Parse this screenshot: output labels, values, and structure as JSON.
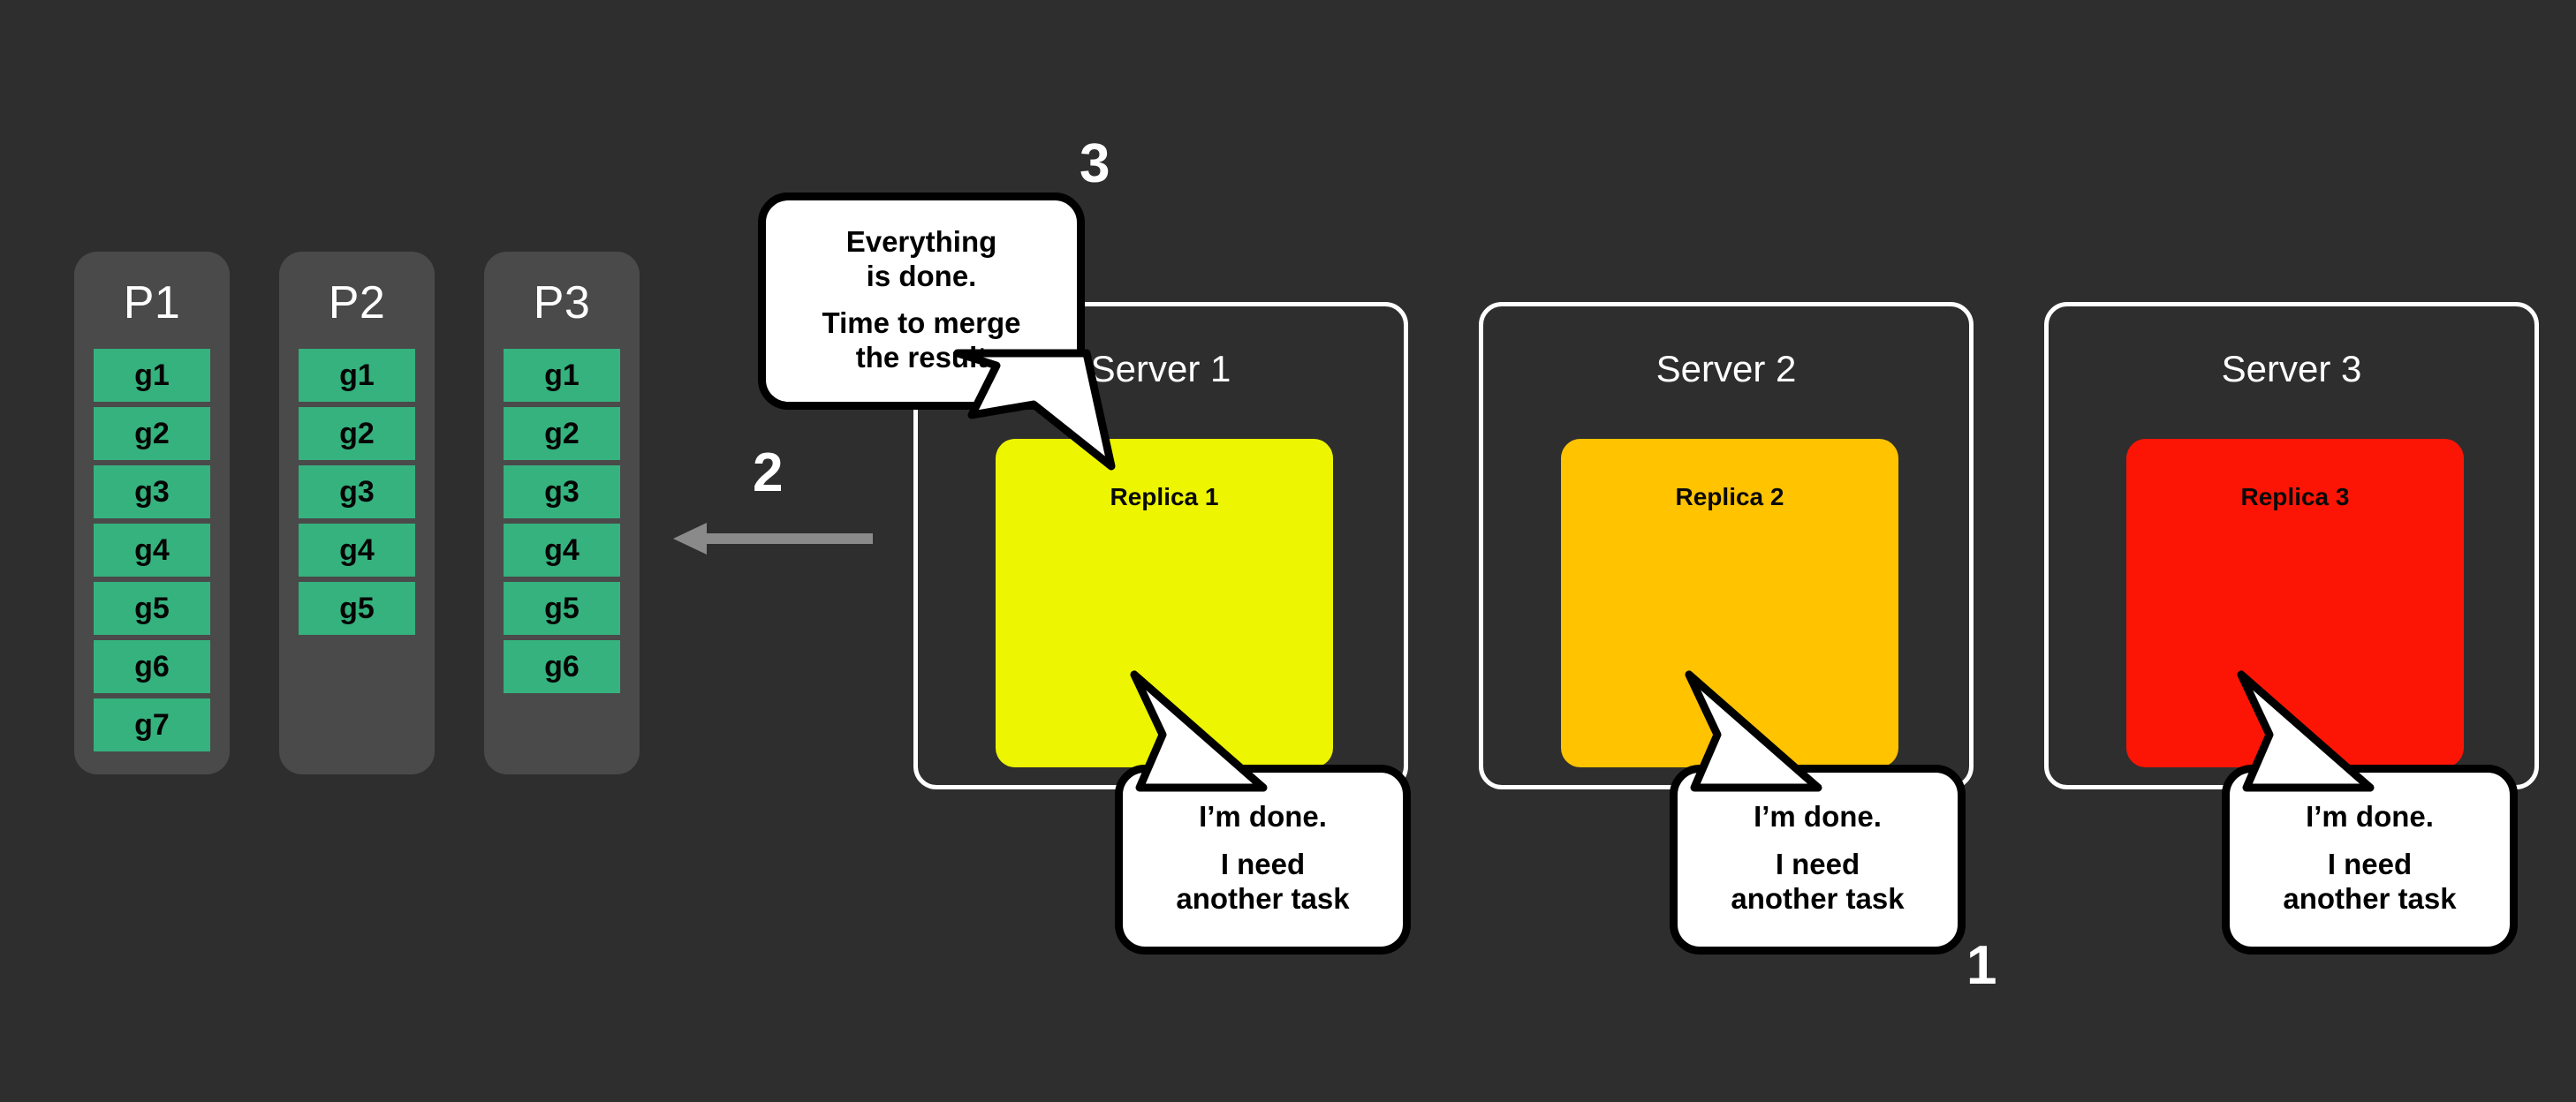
{
  "background_color": "#2e2e2e",
  "colors": {
    "page_background": "#2e2e2e",
    "partition_column": "#4a4a4a",
    "task_green": "#35b27e",
    "replica_1_yellow": "#edf500",
    "replica_2_orange": "#ffc300",
    "replica_3_red": "#fc1505",
    "server_border": "#ffffff",
    "arrow_gray": "#8a8a8a",
    "bubble_fill": "#ffffff",
    "bubble_stroke": "#000000",
    "text_white": "#ffffff",
    "text_black": "#000000"
  },
  "partitions": [
    {
      "title": "P1",
      "tasks": [
        "g1",
        "g2",
        "g3",
        "g4",
        "g5",
        "g6",
        "g7"
      ]
    },
    {
      "title": "P2",
      "tasks": [
        "g1",
        "g2",
        "g3",
        "g4",
        "g5"
      ]
    },
    {
      "title": "P3",
      "tasks": [
        "g1",
        "g2",
        "g3",
        "g4",
        "g5",
        "g6"
      ]
    }
  ],
  "servers": [
    {
      "title": "Server 1",
      "replica_label": "Replica 1",
      "replica_color": "#edf500"
    },
    {
      "title": "Server 2",
      "replica_label": "Replica 2",
      "replica_color": "#ffc300"
    },
    {
      "title": "Server 3",
      "replica_label": "Replica 3",
      "replica_color": "#fc1505"
    }
  ],
  "steps": {
    "step_1": "1",
    "step_2": "2",
    "step_3": "3"
  },
  "bubbles": {
    "merge": {
      "line_1": "Everything",
      "line_2": "is done.",
      "line_3": "Time to merge",
      "line_4": "the result"
    },
    "done_1": {
      "line_1": "I’m done.",
      "line_2": "I need",
      "line_3": "another task"
    },
    "done_2": {
      "line_1": "I’m done.",
      "line_2": "I need",
      "line_3": "another task"
    },
    "done_3": {
      "line_1": "I’m done.",
      "line_2": "I need",
      "line_3": "another task"
    }
  },
  "arrow": {
    "direction": "left",
    "semantic": "merge-results-arrow"
  }
}
